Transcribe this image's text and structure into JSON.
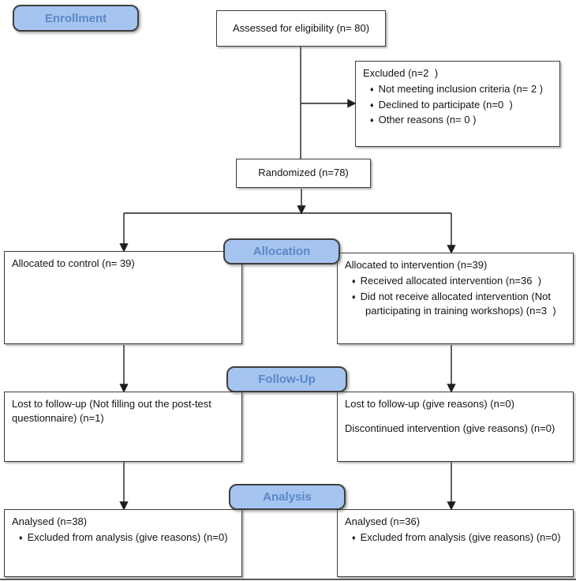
{
  "figure": {
    "bullet": "♦",
    "stages": {
      "enrollment": "Enrollment",
      "allocation": "Allocation",
      "followup": "Follow-Up",
      "analysis": "Analysis"
    },
    "boxes": {
      "assessed": "Assessed for eligibility (n= 80)",
      "excluded": {
        "title": "Excluded (n=2  )",
        "items": [
          "Not meeting inclusion criteria (n= 2 )",
          "Declined to participate (n=0  )",
          "Other reasons (n= 0 )"
        ]
      },
      "randomized": "Randomized (n=78)",
      "allocated_control": {
        "title": "Allocated to control (n= 39)"
      },
      "allocated_intervention": {
        "title": "Allocated to intervention (n=39)",
        "items": [
          "Received allocated intervention (n=36  )",
          "Did not receive allocated intervention (Not participating in training workshops) (n=3  )"
        ]
      },
      "followup_control": {
        "lines": [
          "Lost to follow-up (Not filling out the post-test questionnaire) (n=1)"
        ]
      },
      "followup_intervention": {
        "lines": [
          "Lost to follow-up (give reasons) (n=0)",
          "Discontinued intervention (give reasons) (n=0)"
        ]
      },
      "analysis_control": {
        "title": "Analysed (n=38)",
        "items": [
          "Excluded from analysis (give reasons) (n=0)"
        ]
      },
      "analysis_intervention": {
        "title": "Analysed (n=36)",
        "items": [
          "Excluded from analysis (give reasons) (n=0)"
        ]
      }
    },
    "colors": {
      "stage_fill": "#a5c4ef",
      "stage_text": "#5b88c7",
      "box_border": "#3c3c3c",
      "connector": "#1f1f1f"
    }
  }
}
